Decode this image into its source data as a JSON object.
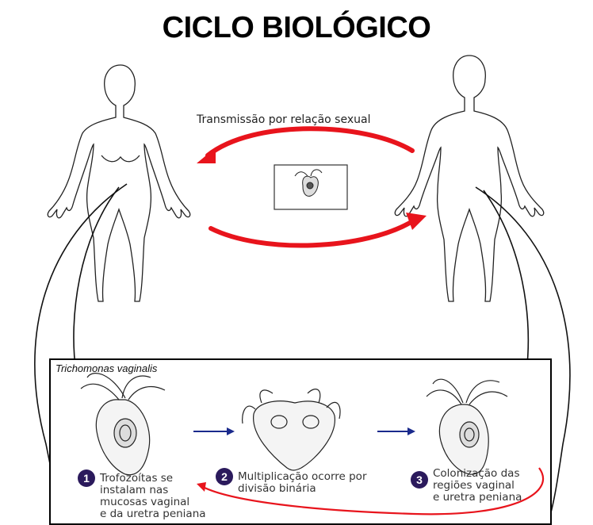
{
  "title": "CICLO BIOLÓGICO",
  "transmission_label": "Transmissão por relação sexual",
  "panel": {
    "title": "Trichomonas vaginalis",
    "steps": [
      {
        "number": "1",
        "lines": [
          "Trofozoítas se",
          "instalam nas",
          "mucosas vaginal",
          "e da uretra peniana"
        ]
      },
      {
        "number": "2",
        "lines": [
          "Multiplicação ocorre por",
          "divisão binária"
        ]
      },
      {
        "number": "3",
        "lines": [
          "Colonização das",
          "regiões vaginal",
          "e uretra peniana"
        ]
      }
    ]
  },
  "colors": {
    "arrow_red": "#e8141c",
    "arrow_blue": "#1a2a8c",
    "badge": "#2b1a5c"
  }
}
